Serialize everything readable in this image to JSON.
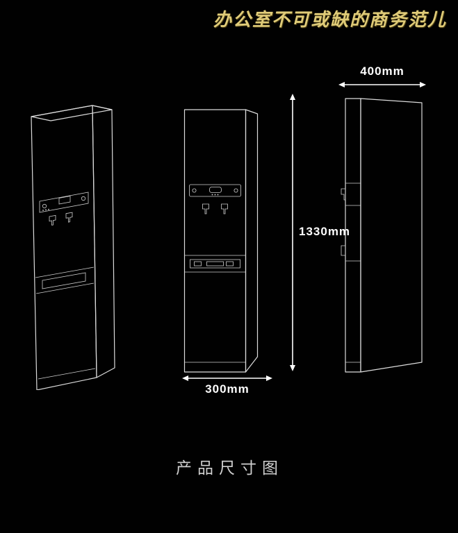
{
  "page": {
    "title": "办公室不可或缺的商务范儿",
    "caption": "产品尺寸图"
  },
  "dimensions": {
    "width_label": "400mm",
    "height_label": "1330mm",
    "depth_label": "300mm"
  },
  "views": {
    "perspective": "water dispenser perspective view",
    "front": "water dispenser front view",
    "side": "water dispenser side view"
  },
  "colors": {
    "background": "#010101",
    "line": "#dcdcdc",
    "title_text": "#dfcb78",
    "dimension_text": "#ffffff",
    "caption_text": "#cfcfcf"
  }
}
